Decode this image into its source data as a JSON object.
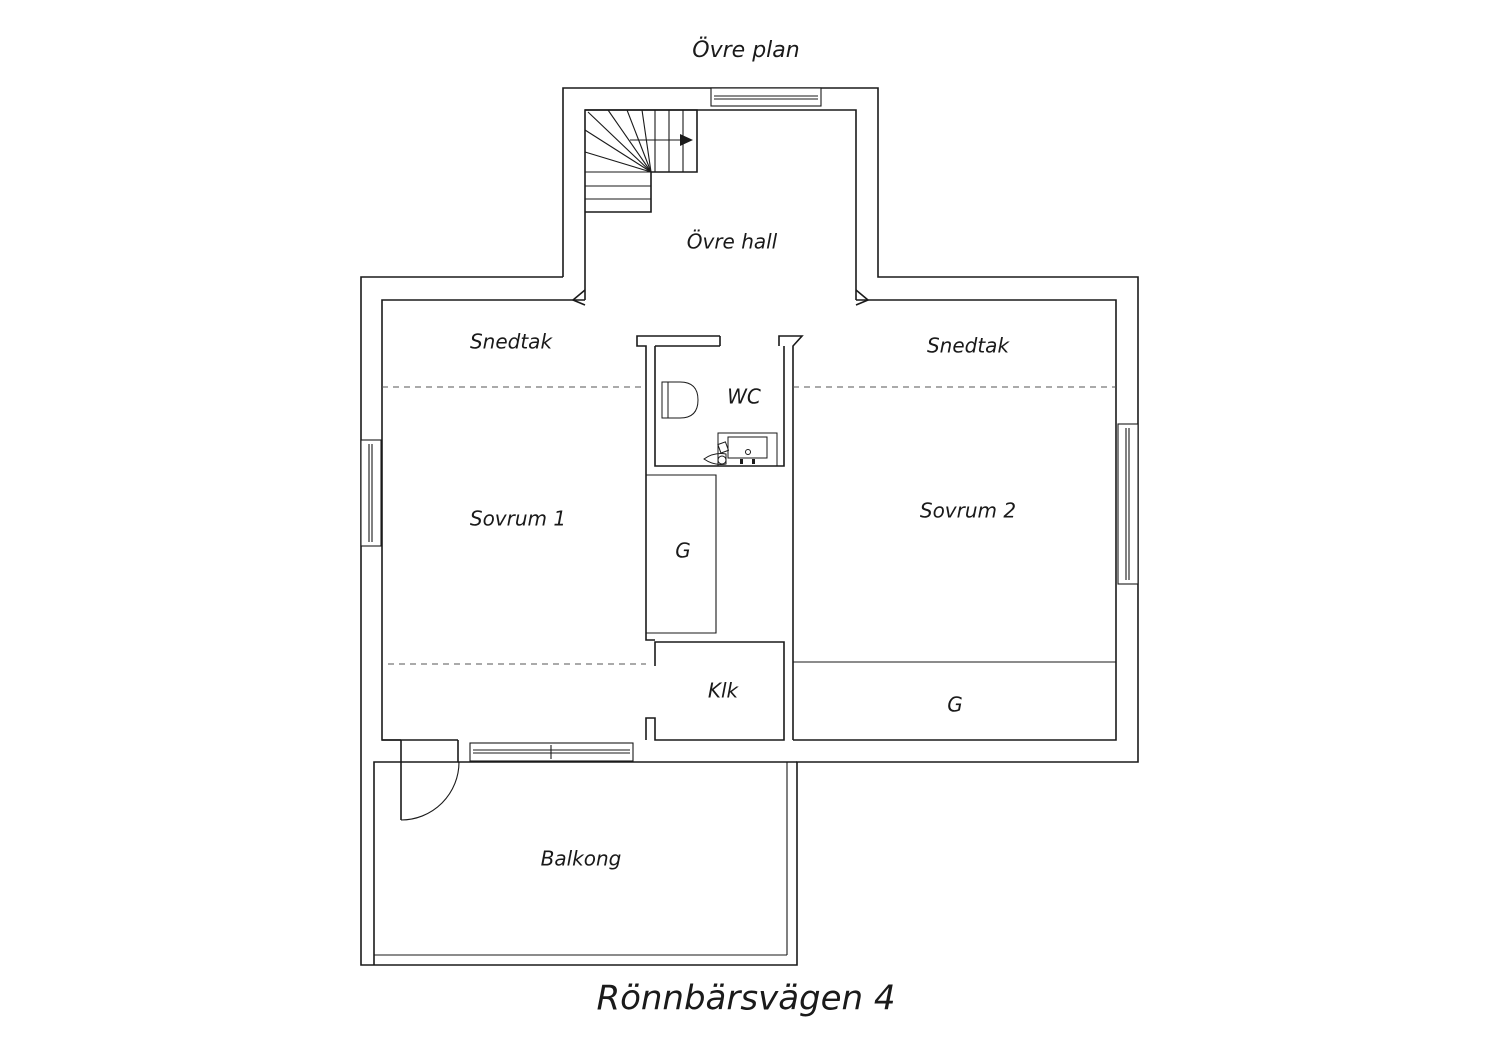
{
  "plan": {
    "title": "Övre plan",
    "address": "Rönnbärsvägen 4"
  },
  "rooms": {
    "ovre_hall": "Övre hall",
    "snedtak_left": "Snedtak",
    "snedtak_right": "Snedtak",
    "wc": "WC",
    "sovrum_1": "Sovrum 1",
    "sovrum_2": "Sovrum 2",
    "g_closet": "G",
    "g_bottom": "G",
    "klk": "Klk",
    "balkong": "Balkong"
  }
}
